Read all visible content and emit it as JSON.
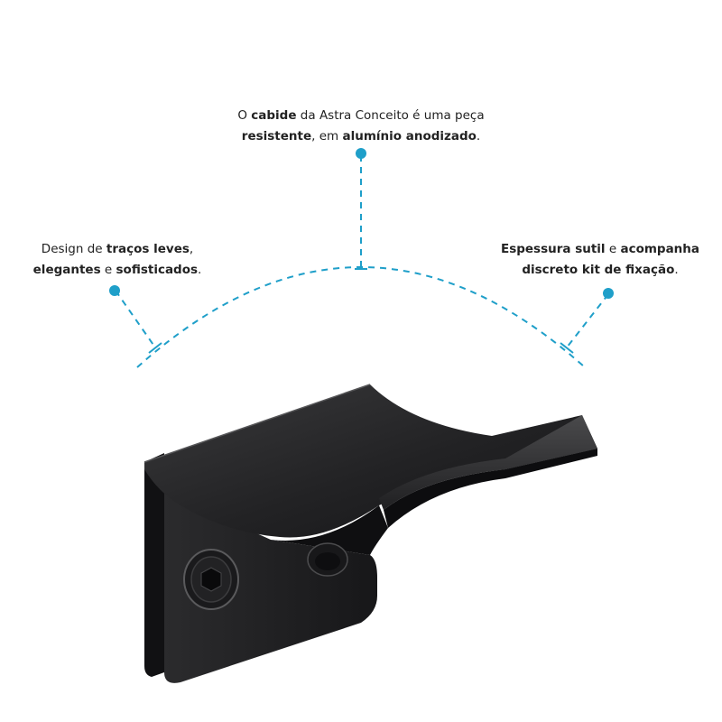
{
  "accent_color": "#1f9fc9",
  "product_color": "#1c1c1e",
  "callouts": {
    "top": {
      "line1": {
        "t1": "O ",
        "b1": "cabide",
        "t2": " da Astra Conceito é  uma peça"
      },
      "line2": {
        "b1": "resistente",
        "t1": ", em ",
        "b2": "alumínio anodizado",
        "t2": "."
      }
    },
    "left": {
      "line1": {
        "t1": "Design de ",
        "b1": "traços leves",
        "t2": ","
      },
      "line2": {
        "b1": "elegantes",
        "t1": " e ",
        "b2": "sofisticados",
        "t2": "."
      }
    },
    "right": {
      "line1": {
        "b1": "Espessura sutil",
        "t1": " e ",
        "b2": "acompanha"
      },
      "line2": {
        "b1": "discreto kit de fixação",
        "t1": "."
      }
    }
  },
  "product": {
    "name": "wall-hook",
    "icons": [
      "hex-socket-screw-icon",
      "screw-head-icon"
    ]
  }
}
